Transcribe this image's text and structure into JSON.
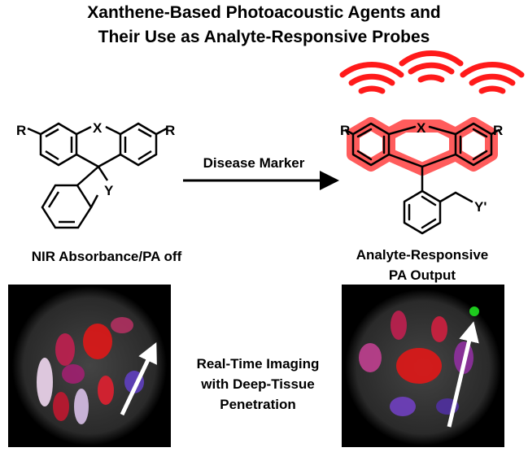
{
  "title": {
    "line1": "Xanthene-Based Photoacoustic Agents and",
    "line2": "Their Use as Analyte-Responsive Probes"
  },
  "reaction": {
    "arrow_label": "Disease Marker"
  },
  "left_structure": {
    "atoms": {
      "r_left": "R",
      "x": "X",
      "r_right": "R",
      "y": "Y"
    },
    "caption": "NIR Absorbance/PA off"
  },
  "right_structure": {
    "atoms": {
      "r_left": "R",
      "x": "X",
      "r_right": "R",
      "y": "Y'"
    },
    "caption_line1": "Analyte-Responsive",
    "caption_line2": "PA Output",
    "highlight_color": "#ff2020"
  },
  "center_caption": {
    "line1": "Real-Time Imaging",
    "line2": "with Deep-Tissue",
    "line3": "Penetration"
  }
}
